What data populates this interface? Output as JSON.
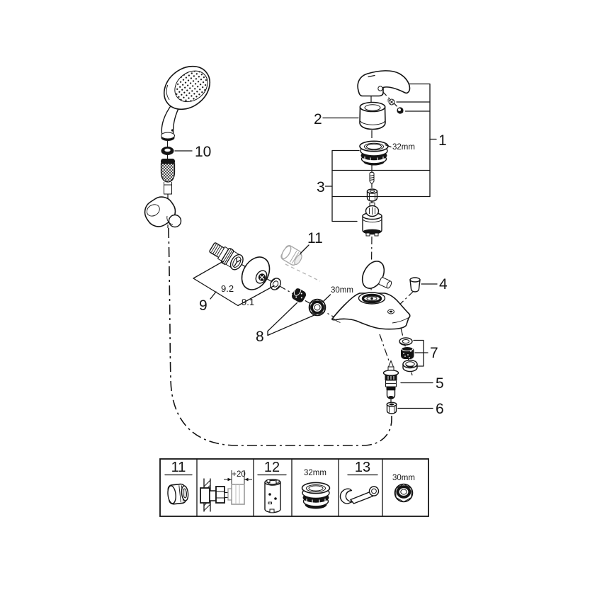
{
  "diagram": {
    "type": "exploded-parts-diagram",
    "subject": "single-lever bath shower mixer with hand shower set",
    "callouts": {
      "part1": "1",
      "part2": "2",
      "part3": "3",
      "part4": "4",
      "part5": "5",
      "part6": "6",
      "part7": "7",
      "part8": "8",
      "part9": "9",
      "part9_1": "9.1",
      "part9_2": "9.2",
      "part10": "10",
      "part11": "11",
      "cartridge_ring_size": "32mm",
      "check_valve_nut_size": "30mm"
    },
    "legend": {
      "cells": [
        {
          "label": "11",
          "item": "plug"
        },
        {
          "label": "+20",
          "item": "wall-extension-union"
        },
        {
          "label": "12",
          "item": "socket-tool"
        },
        {
          "label": "32mm",
          "item": "mounting-ring"
        },
        {
          "label": "13",
          "item": "open-end-wrench"
        },
        {
          "label": "30mm",
          "item": "cap-nut"
        }
      ]
    },
    "colors": {
      "line": "#141414",
      "ghost_part": "#a8a8a8",
      "background": "#ffffff"
    }
  }
}
